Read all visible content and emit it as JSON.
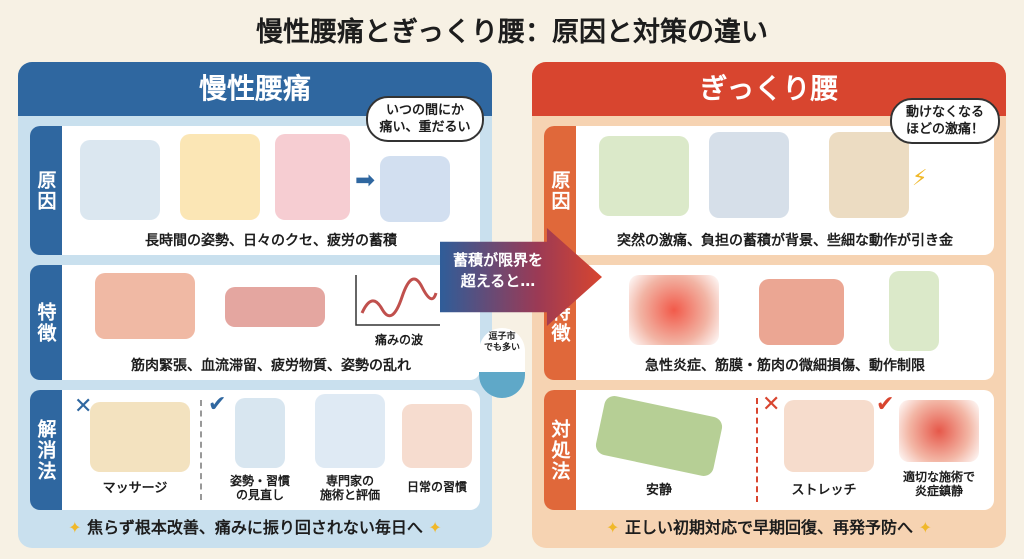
{
  "title": "慢性腰痛とぎっくり腰：原因と対策の違い",
  "chronic": {
    "header": "慢性腰痛",
    "bubble": "いつの間にか\n痛い、重だるい",
    "cause": {
      "label": "原因",
      "caption": "長時間の姿勢、日々のクセ、疲労の蓄積"
    },
    "features": {
      "label": "特徴",
      "caption": "筋肉緊張、血流滞留、疲労物質、姿勢の乱れ",
      "graph_label": "痛みの波"
    },
    "solutions": {
      "label": "解消法",
      "items": [
        "マッサージ",
        "姿勢・習慣\nの見直し",
        "専門家の\n施術と評価",
        "日常の習慣"
      ]
    },
    "footer": "焦らず根本改善、痛みに振り回されない毎日へ"
  },
  "acute": {
    "header": "ぎっくり腰",
    "bubble": "動けなくなる\nほどの激痛！",
    "cause": {
      "label": "原因",
      "caption": "突然の激痛、負担の蓄積が背景、些細な動作が引き金"
    },
    "features": {
      "label": "特徴",
      "caption": "急性炎症、筋膜・筋肉の微細損傷、動作制限"
    },
    "treatment": {
      "label": "対処法",
      "items": [
        "安静",
        "ストレッチ",
        "適切な施術で\n炎症鎮静"
      ]
    },
    "footer": "正しい初期対応で早期回復、再発予防へ"
  },
  "arrow": {
    "text": "蓄積が限界を\n超えると…"
  },
  "badge": {
    "text": "逗子市\nでも多い"
  },
  "colors": {
    "chronic": "#2f67a0",
    "acute": "#d8452f",
    "background": "#f7f1e4"
  }
}
